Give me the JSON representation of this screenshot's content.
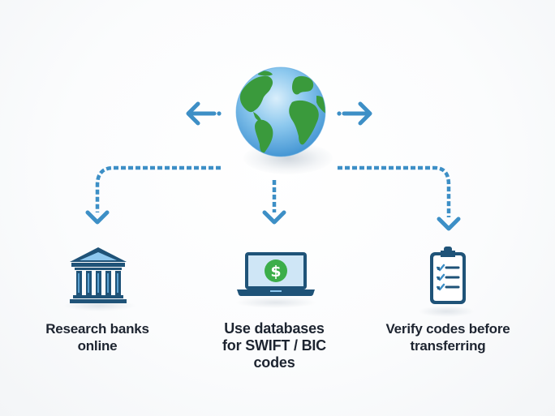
{
  "diagram": {
    "title": "",
    "center_node": {
      "icon": "globe-icon",
      "colors": {
        "ocean": "#5aa9e0",
        "land": "#3a9a3c"
      }
    },
    "side_arrows": [
      {
        "direction": "left",
        "icon": "arrow-left-icon"
      },
      {
        "direction": "right",
        "icon": "arrow-right-icon"
      }
    ],
    "steps": [
      {
        "id": "research",
        "icon": "bank-building-icon",
        "label": "Research banks online",
        "lines": [
          "Research banks",
          "online"
        ]
      },
      {
        "id": "databases",
        "icon": "laptop-dollar-icon",
        "label": "Use databases for SWIFT / BIC codes",
        "lines": [
          "Use databases",
          "for SWIFT / BIC",
          "codes"
        ]
      },
      {
        "id": "verify",
        "icon": "clipboard-checklist-icon",
        "label": "Verify codes before transferring",
        "lines": [
          "Verify codes before",
          "transferring"
        ]
      }
    ],
    "colors": {
      "arrow": "#3d8fc6",
      "icon_dark": "#1f5378",
      "icon_light": "#cfe6f6",
      "dollar_green": "#3cae4a",
      "text": "#1d2430"
    }
  }
}
